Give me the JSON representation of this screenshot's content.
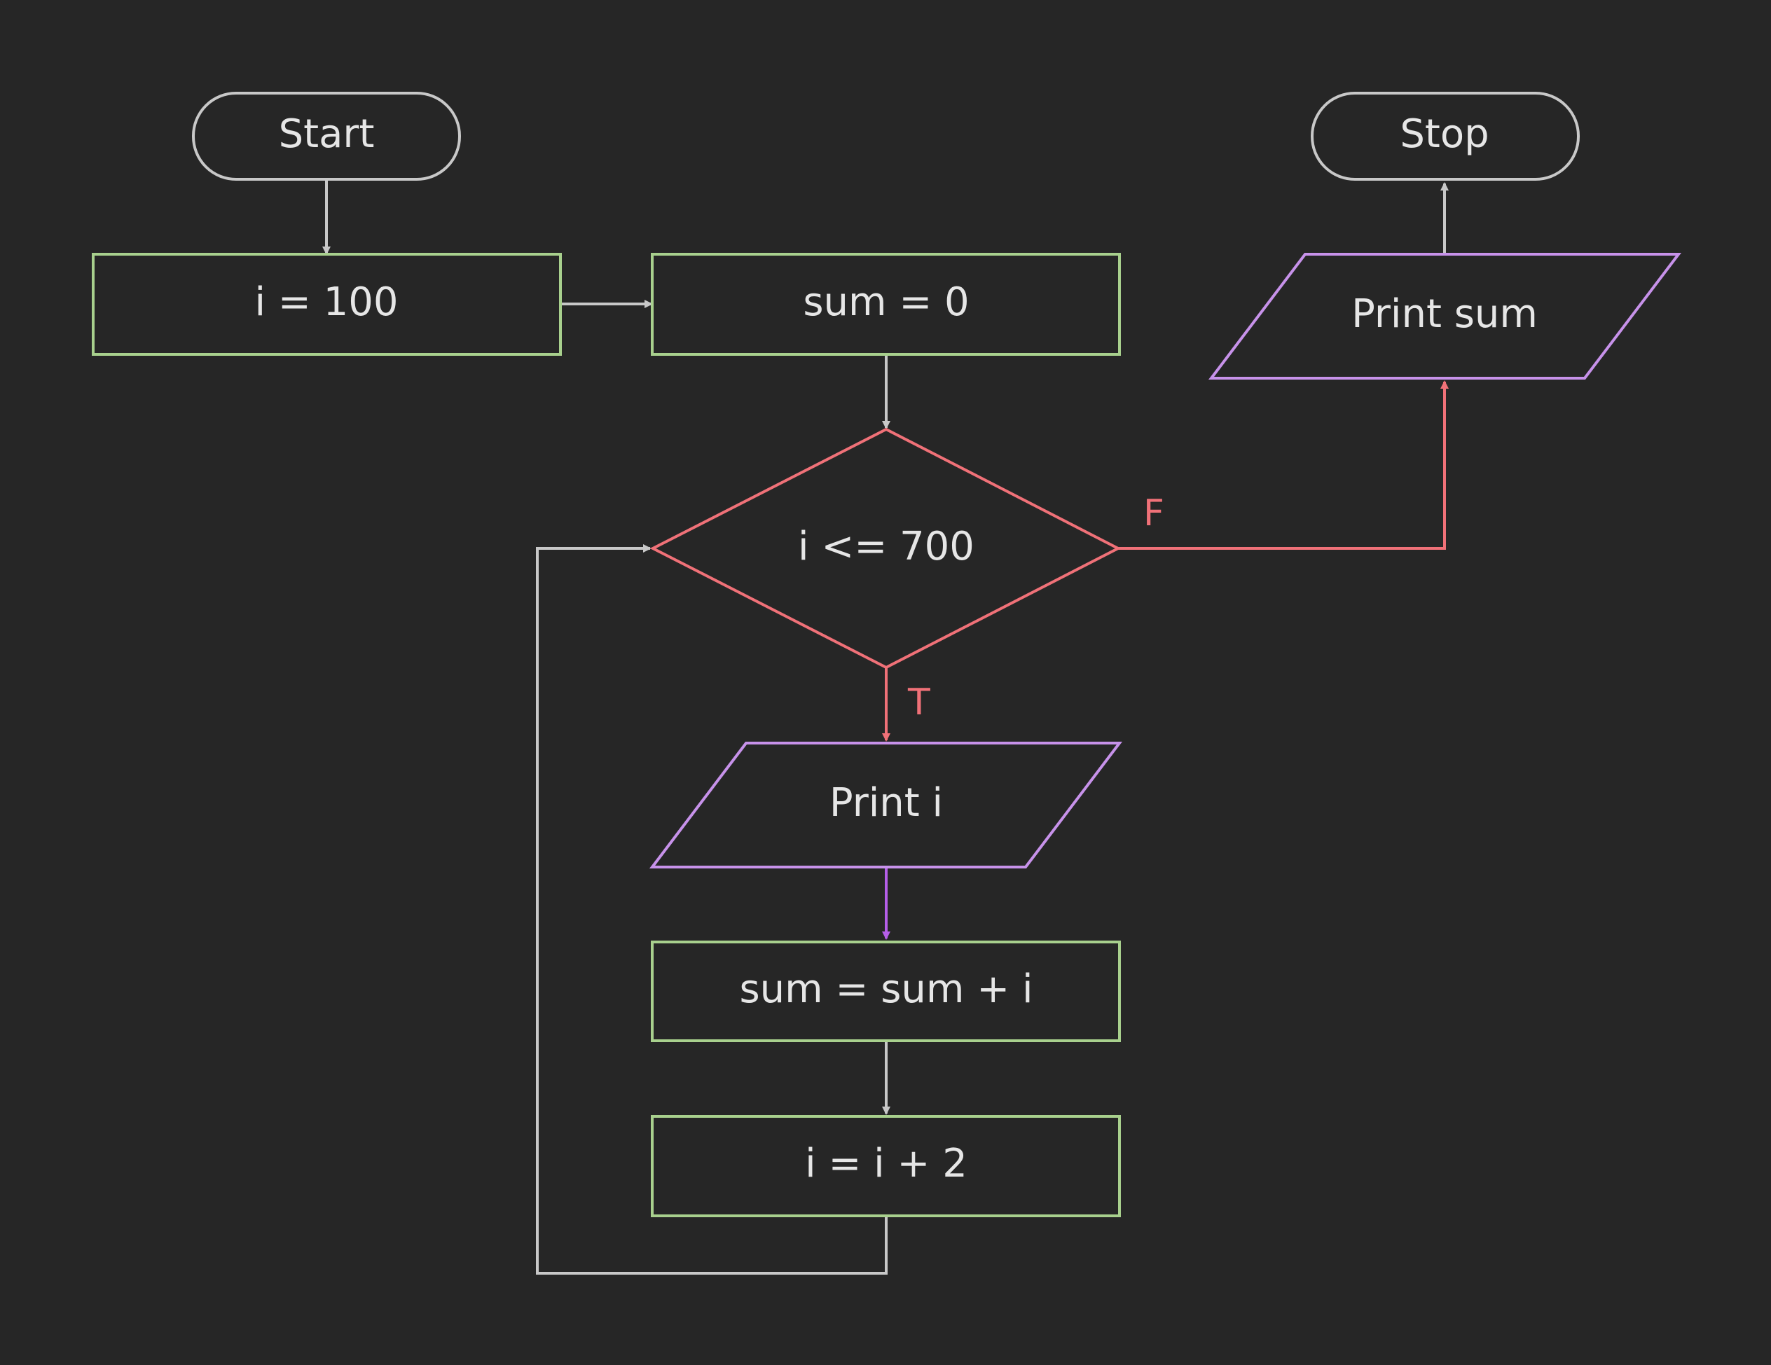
{
  "colors": {
    "background": "#262626",
    "terminal_stroke": "#c8c8c8",
    "process_stroke": "#a8d08d",
    "decision_stroke": "#f07178",
    "io_stroke": "#c792ea",
    "edge_default": "#c8c8c8",
    "edge_true_false": "#f07178",
    "edge_io": "#b55ee8",
    "text": "#e6e6e6"
  },
  "nodes": {
    "start": "Start",
    "init_i": "i = 100",
    "init_sum": "sum = 0",
    "condition": "i <= 700",
    "print_i": "Print i",
    "accumulate": "sum = sum + i",
    "increment": "i = i + 2",
    "print_sum": "Print sum",
    "stop": "Stop"
  },
  "edge_labels": {
    "true": "T",
    "false": "F"
  }
}
